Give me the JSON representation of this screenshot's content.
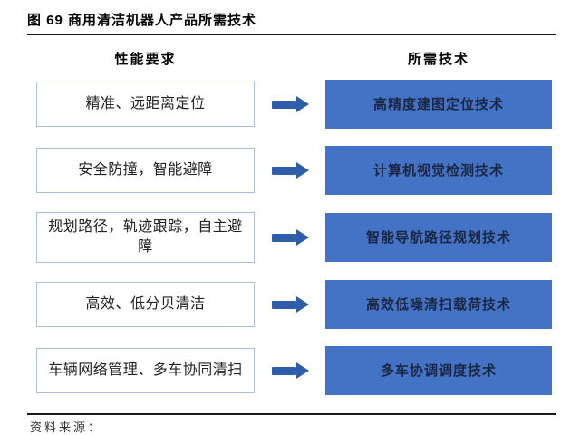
{
  "figure": {
    "title": "图 69 商用清洁机器人产品所需技术",
    "columns": {
      "left_header": "性能要求",
      "right_header": "所需技术"
    },
    "rows": [
      {
        "requirement": "精准、远距离定位",
        "technology": "高精度建图定位技术"
      },
      {
        "requirement": "安全防撞，智能避障",
        "technology": "计算机视觉检测技术"
      },
      {
        "requirement": "规划路径，轨迹跟踪，自主避障",
        "technology": "智能导航路径规划技术"
      },
      {
        "requirement": "高效、低分贝清洁",
        "technology": "高效低噪清扫载荷技术"
      },
      {
        "requirement": "车辆网络管理、多车协同清扫",
        "technology": "多车协调调度技术"
      }
    ],
    "footer": {
      "source_prefix": "资料来源："
    },
    "colors": {
      "tech_box_fill": "#4472c4",
      "tech_box_text": "#1a2744",
      "arrow": "#2e5da9",
      "req_box_border": "#a9bfdc",
      "rule": "#1a1a1a"
    }
  }
}
